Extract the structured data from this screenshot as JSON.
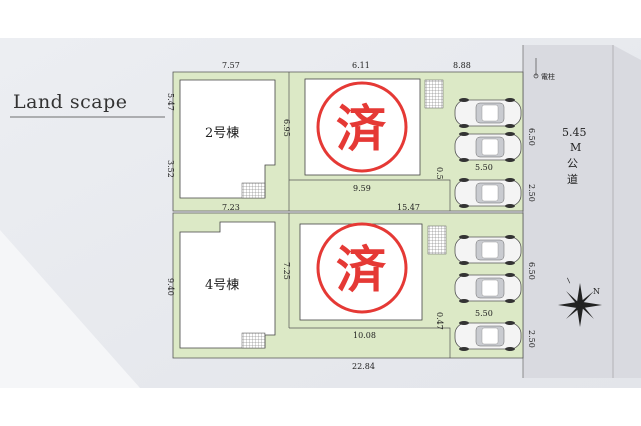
{
  "title": "Land scape",
  "buildings": {
    "house2": "2号棟",
    "house4": "4号棟"
  },
  "stamp_char": "済",
  "pole_label": "電柱",
  "road": {
    "width": "5.45",
    "unit": "M",
    "kanji1": "公",
    "kanji2": "道"
  },
  "compass_mark": "N",
  "dimensions": {
    "top_left": "7.57",
    "top_mid": "6.11",
    "top_right": "8.88",
    "left_upper": "5.47",
    "left_mid": "3.52",
    "house2_side": "6.95",
    "lot1_bottom": "7.23",
    "lot1_road": "9.59",
    "lot1_small": "0.5",
    "lot1_parking": "5.50",
    "lot1_right_top": "6.50",
    "lot1_right_bottom": "2.50",
    "middle_length": "15.47",
    "left_lower": "9.40",
    "house4_side": "7.25",
    "lot2_road": "10.08",
    "lot2_small": "0.47",
    "lot2_parking": "5.50",
    "lot2_right_top": "6.50",
    "lot2_right_bottom": "2.50",
    "bottom_total": "22.84"
  },
  "colors": {
    "lot_green": "#dce9c6",
    "lot_border": "#555555",
    "road_gray": "#dcdde2",
    "stamp_red": "#e53935",
    "bg_gray": "#e9eaee"
  }
}
